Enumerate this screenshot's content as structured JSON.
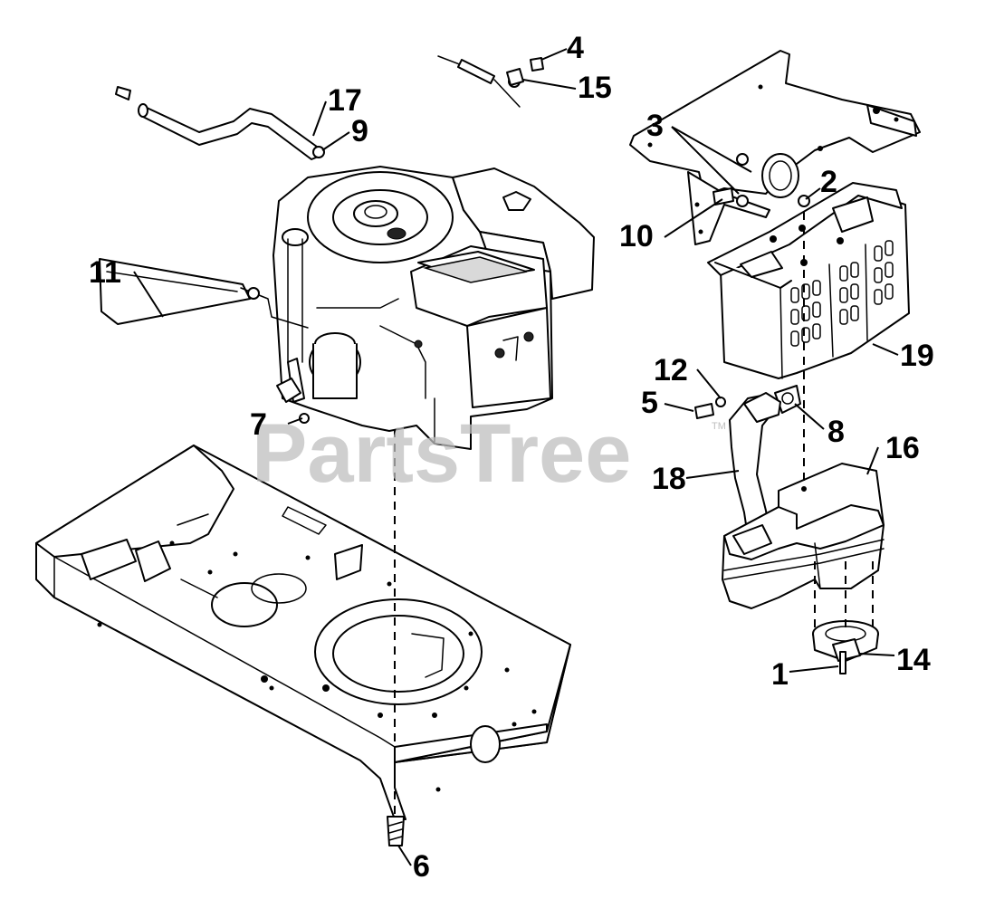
{
  "diagram": {
    "watermark": "PartsTree",
    "watermark_mark": "TM",
    "callouts": [
      "1",
      "2",
      "3",
      "4",
      "5",
      "6",
      "7",
      "8",
      "9",
      "10",
      "11",
      "12",
      "14",
      "15",
      "16",
      "17",
      "18",
      "19"
    ]
  }
}
